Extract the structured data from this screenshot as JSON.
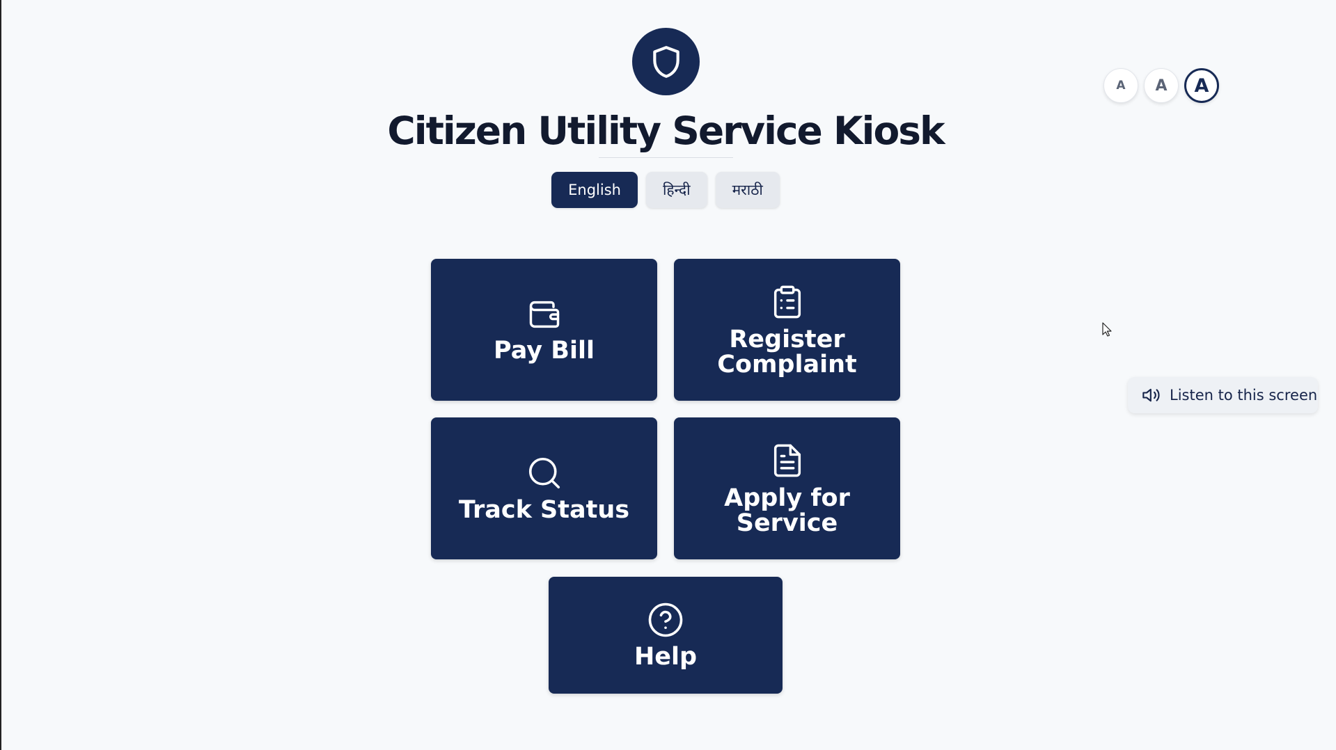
{
  "header": {
    "title": "Citizen Utility Service Kiosk",
    "logo_icon": "shield-icon"
  },
  "languages": [
    {
      "label": "English",
      "active": true
    },
    {
      "label": "हिन्दी",
      "active": false
    },
    {
      "label": "मराठी",
      "active": false
    }
  ],
  "font_size_controls": {
    "small": "A",
    "medium": "A",
    "large": "A",
    "selected": "large"
  },
  "services": {
    "pay_bill": {
      "label": "Pay Bill",
      "icon": "wallet-icon"
    },
    "register_complaint": {
      "label": "Register Complaint",
      "icon": "clipboard-list-icon"
    },
    "track_status": {
      "label": "Track Status",
      "icon": "search-icon"
    },
    "apply_service": {
      "label": "Apply for Service",
      "icon": "document-icon"
    },
    "help": {
      "label": "Help",
      "icon": "help-circle-icon"
    }
  },
  "listen": {
    "label": "Listen to this screen",
    "icon": "speaker-icon"
  },
  "colors": {
    "primary": "#172a55",
    "background": "#f7f9fb",
    "title": "#121a2e"
  }
}
